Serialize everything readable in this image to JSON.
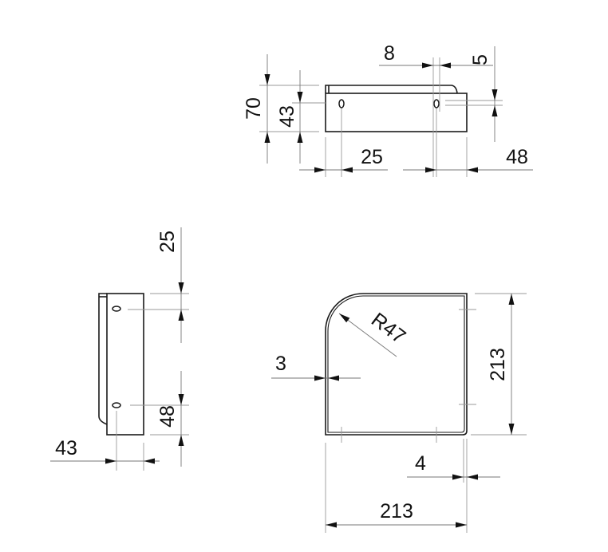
{
  "top_view": {
    "dim_height_total": "70",
    "dim_hole_height": "43",
    "dim_slot_width": "8",
    "dim_slot_height": "5",
    "dim_left_hole_offset": "25",
    "dim_right_hole_offset": "48"
  },
  "side_view": {
    "dim_top_hole_offset": "25",
    "dim_bottom_hole_offset": "48",
    "dim_hole_inset": "43"
  },
  "plan_view": {
    "dim_radius": "R47",
    "dim_wall_thickness": "3",
    "dim_depth": "213",
    "dim_lip": "4",
    "dim_width": "213"
  }
}
